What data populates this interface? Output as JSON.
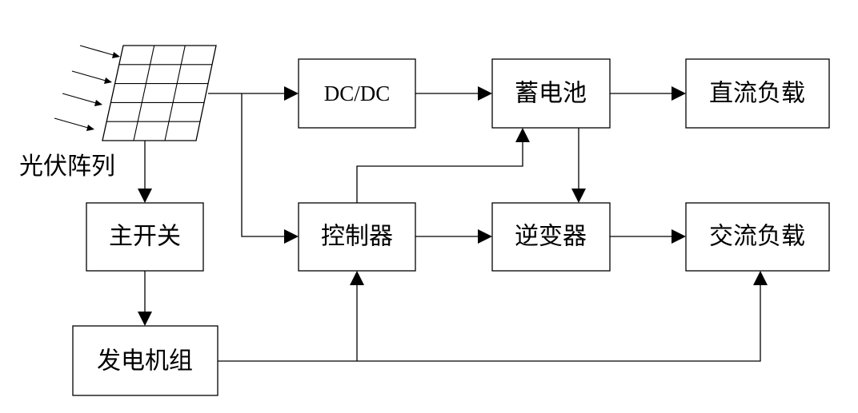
{
  "pv_array": {
    "label": "光伏阵列"
  },
  "blocks": {
    "dcdc": "DC/DC",
    "battery": "蓄电池",
    "dc_load": "直流负载",
    "main_switch": "主开关",
    "controller": "控制器",
    "inverter": "逆变器",
    "ac_load": "交流负载",
    "generator": "发电机组"
  }
}
